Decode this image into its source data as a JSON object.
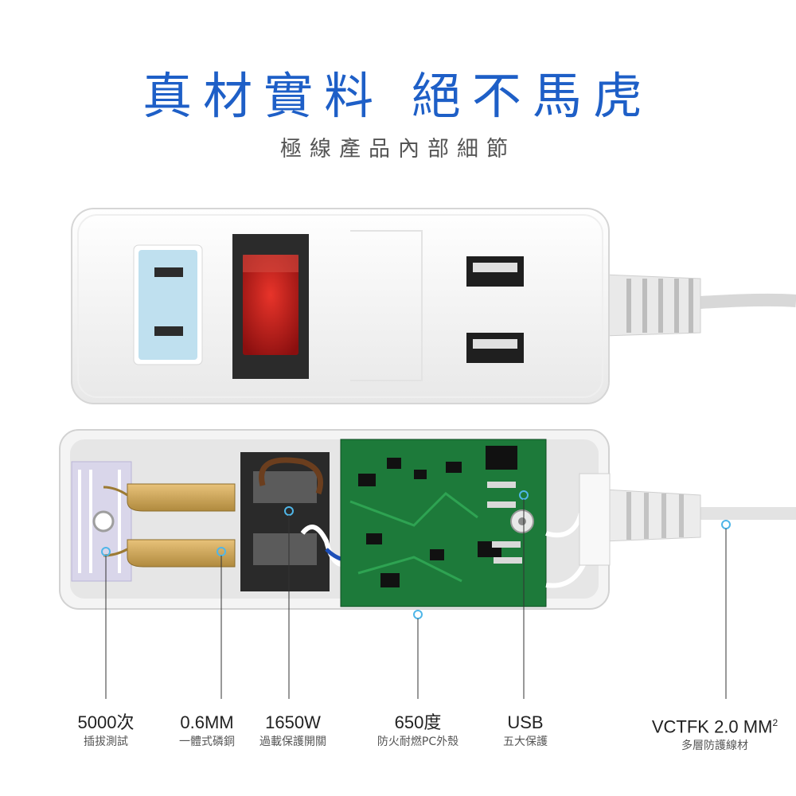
{
  "headline": "真材實料 絕不馬虎",
  "subline": "極線產品內部細節",
  "specs": [
    {
      "value": "5000次",
      "desc": "插拔測試"
    },
    {
      "value": "0.6MM",
      "desc": "一體式磷銅"
    },
    {
      "value": "1650W",
      "desc": "過載保護開關"
    },
    {
      "value": "650度",
      "desc": "防火耐燃PC外殼"
    },
    {
      "value": "USB",
      "desc": "五大保護"
    },
    {
      "value": "VCTFK 2.0 MM",
      "value_sup": "2",
      "desc": "多層防護線材"
    }
  ],
  "colors": {
    "headline": "#1e5fc7",
    "accent": "#4fb6e8",
    "switch": "#c81e1e",
    "socket_face": "#bfe0ef",
    "pcb": "#1d7a3a"
  }
}
